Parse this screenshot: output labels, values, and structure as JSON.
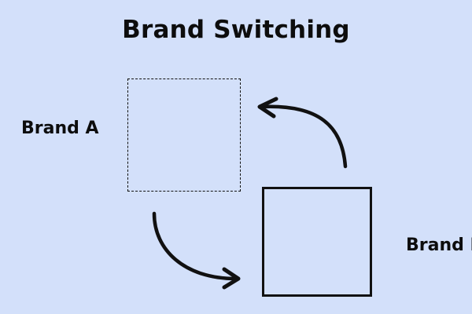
{
  "diagram": {
    "title": "Brand Switching",
    "brand_a_label": "Brand A",
    "brand_b_label": "Brand B"
  },
  "colors": {
    "background": "#d3e0fa",
    "ink": "#111111"
  },
  "icons": {
    "arrow_a_to_b": "curved-arrow-down-right-icon",
    "arrow_b_to_a": "curved-arrow-up-left-icon"
  }
}
